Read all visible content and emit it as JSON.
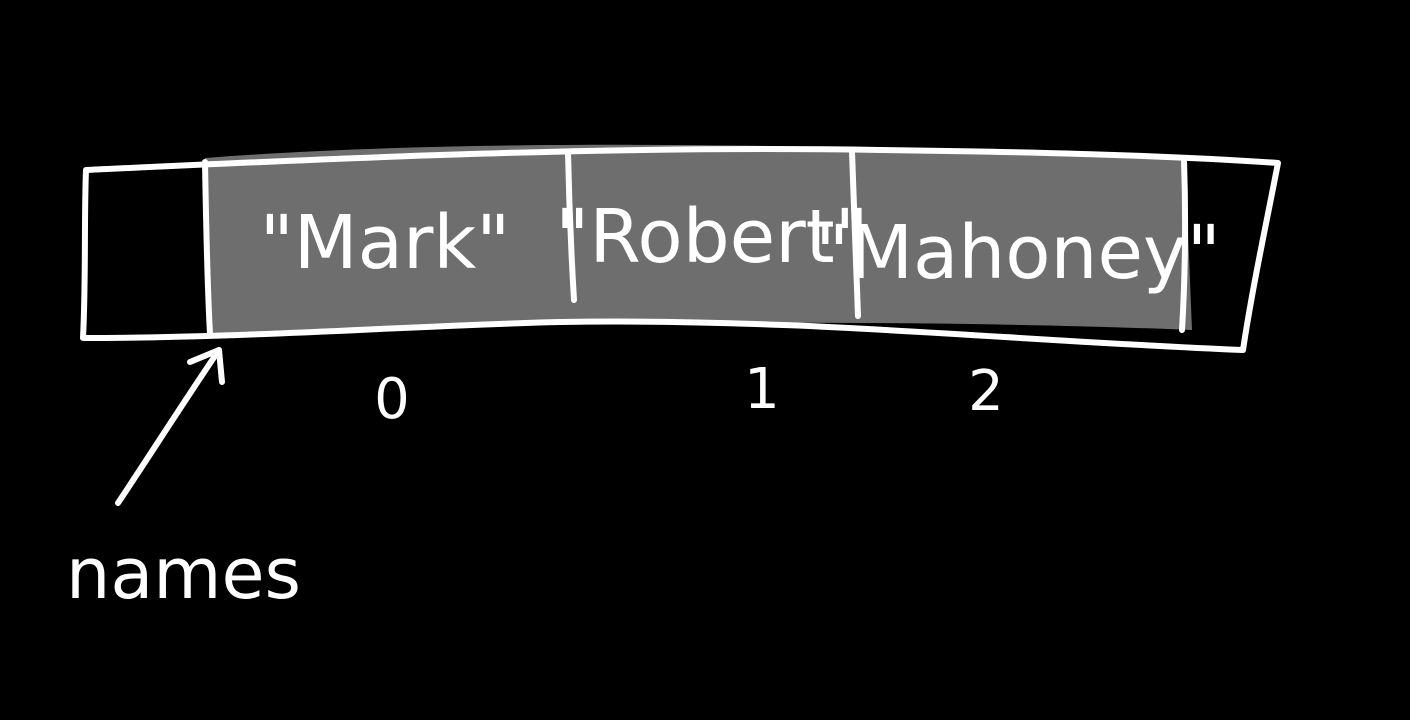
{
  "diagram": {
    "background_color": "#000000",
    "ink_color": "#ffffff",
    "filled_cell_color": "#6e6e6e",
    "variable_label": "names",
    "cells": [
      {
        "value": "\"Mark\"",
        "index": "0",
        "filled": true
      },
      {
        "value": "\"Robert\"",
        "index": "1",
        "filled": true
      },
      {
        "value": "\"Mahoney\"",
        "index": "2",
        "filled": true
      }
    ]
  }
}
